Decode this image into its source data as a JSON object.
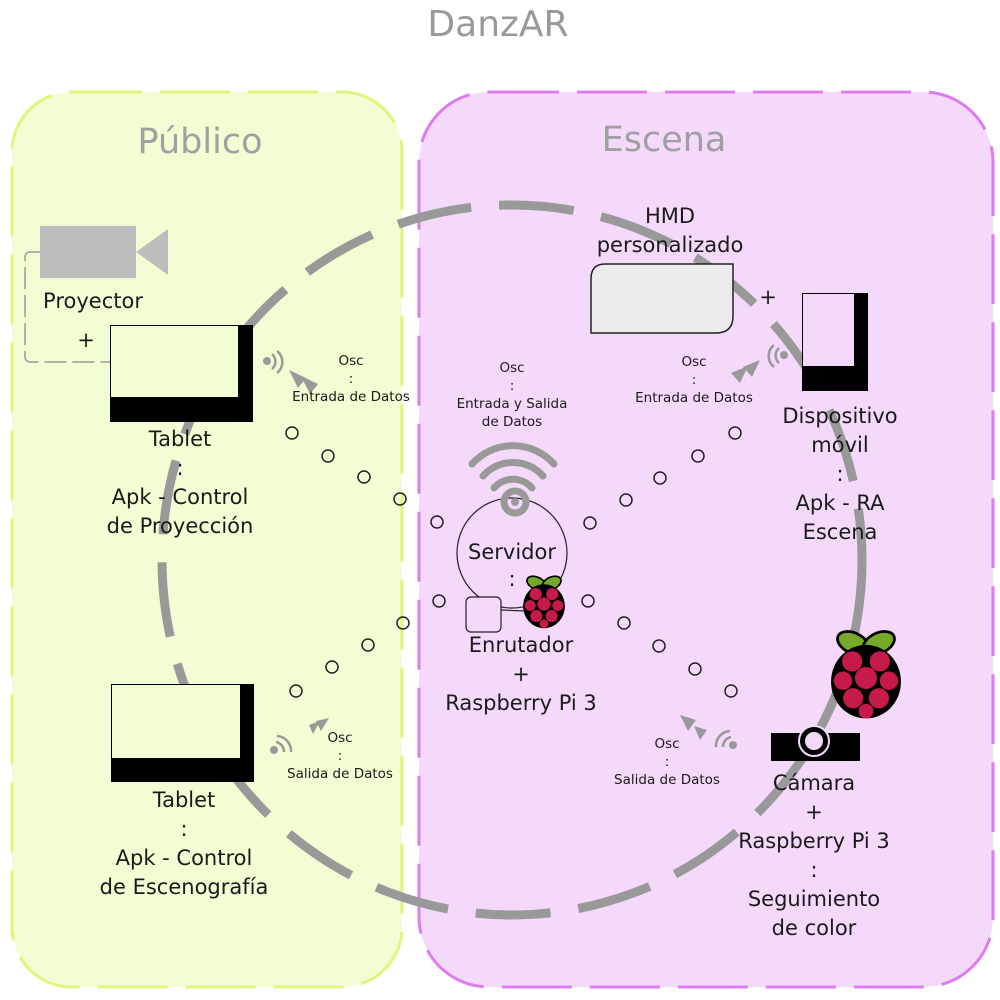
{
  "title": "DanzAR",
  "zones": {
    "publico": {
      "label": "Público",
      "fill": "#f2fdd4",
      "stroke": "#dcf77c"
    },
    "escena": {
      "label": "Escena",
      "fill": "#f5d9fb",
      "stroke": "#dd7cf2"
    }
  },
  "nodes": {
    "proyector": {
      "label": "Proyector",
      "icon": "projector-icon"
    },
    "tablet1": {
      "line1": "Tablet",
      "sep": ":",
      "line2": "Apk - Control",
      "line3": "de Proyección",
      "plus": "+"
    },
    "tablet2": {
      "line1": "Tablet",
      "sep": ":",
      "line2": "Apk - Control",
      "line3": "de Escenografía"
    },
    "hmd": {
      "line1": "HMD",
      "line2": "personalizado",
      "plus": "+"
    },
    "movil": {
      "line1": "Dispositivo",
      "line2": "móvil",
      "sep": ":",
      "line3": "Apk - RA",
      "line4": "Escena"
    },
    "servidor": {
      "line1": "Servidor",
      "sep": ":",
      "line2": "Enrutador",
      "plus": "+",
      "line3": "Raspberry Pi 3"
    },
    "camara": {
      "line1": "Cámara",
      "plus": "+",
      "line2": "Raspberry Pi 3",
      "sep": ":",
      "line3": "Seguimiento",
      "line4": "de color"
    }
  },
  "connections": {
    "tablet1": {
      "l1": "Osc",
      "sep": ":",
      "l2": "Entrada de Datos"
    },
    "servidor": {
      "l1": "Osc",
      "sep": ":",
      "l2": "Entrada y Salida",
      "l3": "de Datos"
    },
    "movil": {
      "l1": "Osc",
      "sep": ":",
      "l2": "Entrada de Datos"
    },
    "tablet2": {
      "l1": "Osc",
      "sep": ":",
      "l2": "Salida de Datos"
    },
    "camara": {
      "l1": "Osc",
      "sep": ":",
      "l2": "Salida de Datos"
    }
  },
  "colors": {
    "line_gray": "#999999",
    "raspberry_red": "#c51a4a",
    "raspberry_green": "#75a928"
  }
}
